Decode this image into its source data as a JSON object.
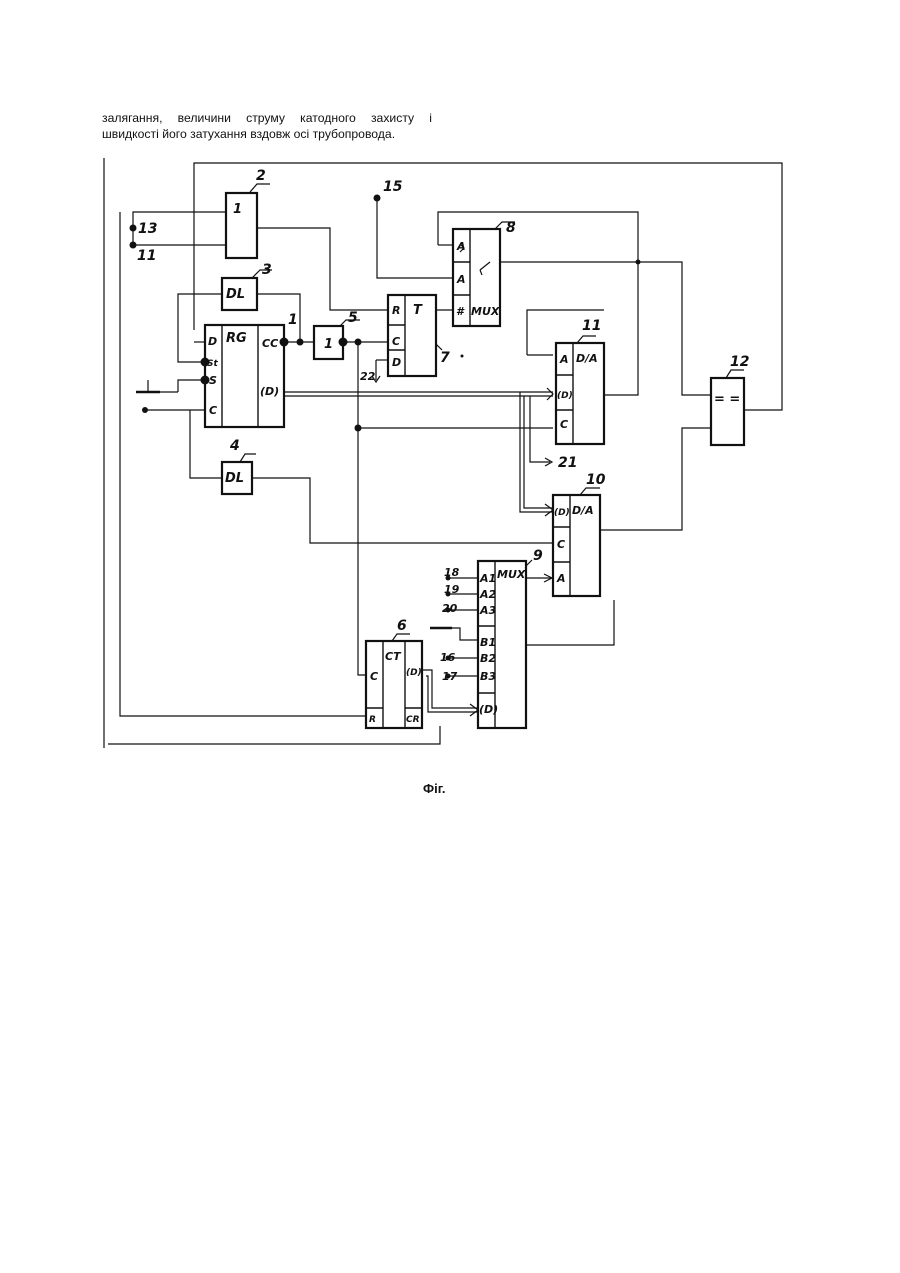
{
  "header": {
    "line1": "залягання, величини струму катодного захисту і",
    "line2": "швидкості його затухання вздовж осі трубопровода."
  },
  "caption": "Фіг.",
  "blocks": [
    {
      "id": "b1",
      "ref": "2",
      "label": "1",
      "pins": []
    },
    {
      "id": "b3",
      "ref": "3",
      "label": "DL",
      "pins": []
    },
    {
      "id": "b4",
      "ref": "4",
      "label": "DL",
      "pins": []
    },
    {
      "id": "rg",
      "ref": "1",
      "label": "RG",
      "pins": [
        "D",
        "St",
        "S",
        "C",
        "CC",
        "(D)"
      ]
    },
    {
      "id": "inv",
      "ref": "5",
      "label": "1",
      "pins": []
    },
    {
      "id": "tr",
      "ref": "7",
      "label": "T",
      "pins": [
        "R",
        "C",
        "D"
      ]
    },
    {
      "id": "mx8",
      "ref": "8",
      "label": "MUX",
      "pins": [
        "A",
        "A",
        "#"
      ]
    },
    {
      "id": "da11",
      "ref": "11",
      "label": "D/A",
      "pins": [
        "A",
        "(D)",
        "C"
      ]
    },
    {
      "id": "cmp",
      "ref": "12",
      "label": "= =",
      "pins": []
    },
    {
      "id": "da10",
      "ref": "10",
      "label": "D/A",
      "pins": [
        "(D)",
        "C",
        "A"
      ]
    },
    {
      "id": "mx9",
      "ref": "9",
      "label": "MUX",
      "pins": [
        "A1",
        "A2",
        "A3",
        "B1",
        "B2",
        "B3",
        "(D)"
      ]
    },
    {
      "id": "ct",
      "ref": "6",
      "label": "CT",
      "pins": [
        "C",
        "R",
        "(D)",
        "CR"
      ]
    }
  ],
  "terminals": {
    "t13": "13",
    "t11": "11",
    "t15": "15",
    "t22": "22",
    "t21": "21",
    "t18": "18",
    "t19": "19",
    "t20": "20",
    "t16": "16",
    "t17": "17"
  }
}
